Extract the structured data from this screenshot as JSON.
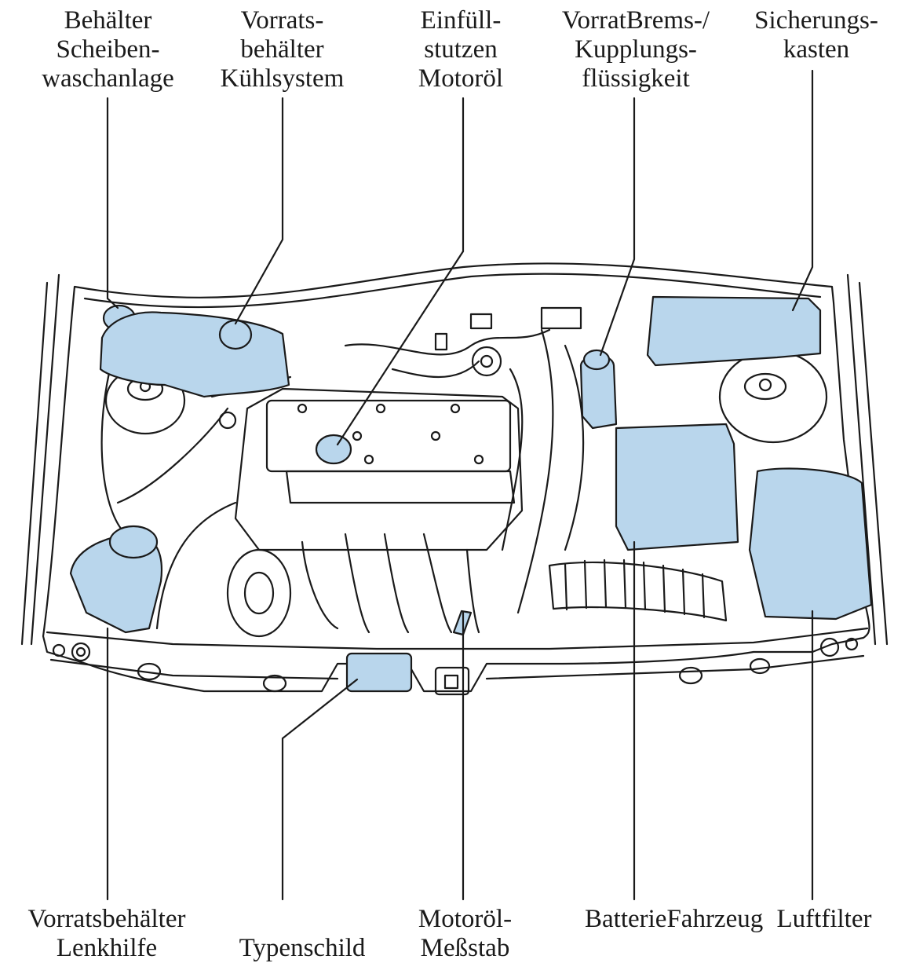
{
  "colors": {
    "highlight": "#b9d6ec",
    "line": "#1a1a1a",
    "background": "#ffffff"
  },
  "labels_top": [
    {
      "id": "washer",
      "lines": [
        "Behälter",
        "Scheiben-",
        "waschanlage"
      ]
    },
    {
      "id": "coolant",
      "lines": [
        "Vorrats-",
        "behälter",
        "Kühlsystem"
      ]
    },
    {
      "id": "oilfill",
      "lines": [
        "Einfüll-",
        "stutzen",
        "Motoröl"
      ]
    },
    {
      "id": "brake",
      "lines": [
        "VorratBrems-/",
        "Kupplungs-",
        "flüssigkeit"
      ]
    },
    {
      "id": "fusebox",
      "lines": [
        "Sicherungs-",
        "kasten"
      ]
    }
  ],
  "labels_bottom": [
    {
      "id": "steering",
      "lines": [
        "Vorratsbehälter",
        "Lenkhilfe"
      ]
    },
    {
      "id": "typeplate",
      "lines": [
        "Typenschild"
      ]
    },
    {
      "id": "dipstick",
      "lines": [
        "Motoröl-",
        "Meßstab"
      ]
    },
    {
      "id": "battery",
      "lines": [
        "BatterieFahrzeug"
      ]
    },
    {
      "id": "airfilter",
      "lines": [
        "Luftfilter"
      ]
    }
  ]
}
